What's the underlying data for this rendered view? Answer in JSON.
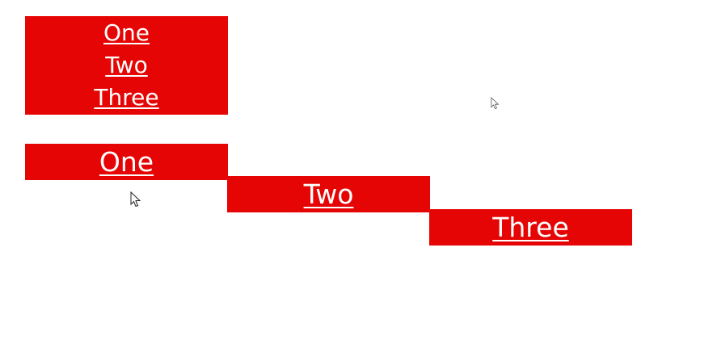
{
  "stacked_menu": {
    "items": [
      {
        "label": "One"
      },
      {
        "label": "Two"
      },
      {
        "label": "Three"
      }
    ]
  },
  "stepped_menu": {
    "items": [
      {
        "label": "One"
      },
      {
        "label": "Two"
      },
      {
        "label": "Three"
      }
    ]
  },
  "colors": {
    "item_background": "#e60505",
    "item_text": "#ffffff",
    "page_background": "#ffffff"
  },
  "icons": [
    "mouse-cursor-icon",
    "mouse-cursor-icon"
  ]
}
